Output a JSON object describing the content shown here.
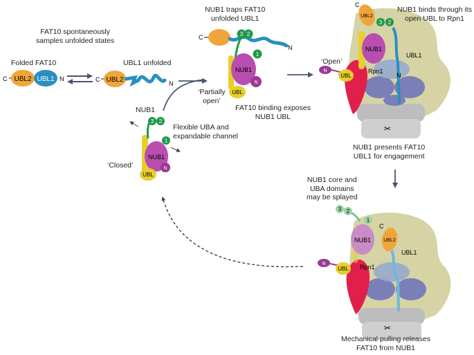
{
  "captions": {
    "fat10_samples": "FAT10 spontaneously\nsamples unfolded states",
    "folded_fat10": "Folded FAT10",
    "ubl1_unfolded": "UBL1 unfolded",
    "nub1_traps": "NUB1 traps FAT10\nunfolded UBL1",
    "partially_open": "‘Partially\nopen’",
    "binding_exposes": "FAT10 binding exposes\nNUB1 UBL",
    "nub1_title": "NUB1",
    "flexible_uba": "Flexible UBA and\nexpandable channel",
    "closed": "‘Closed’",
    "open": "‘Open’",
    "binds_through": "NUB1 binds through its\nopen UBL to Rpn1",
    "presents": "NUB1 presents FAT10\nUBL1 for engagement",
    "splayed": "NUB1 core and\nUBA domains\nmay be splayed",
    "mechanical": "Mechanical pulling releases\nFAT10 from NUB1"
  },
  "domain_labels": {
    "ubl2": "UBL2",
    "ubl1": "UBL1",
    "nub1": "NUB1",
    "ubl": "UBL",
    "n": "N",
    "c": "C",
    "rpn1": "Rpn1",
    "uba1": "1",
    "uba2": "2",
    "uba3": "3"
  },
  "colors": {
    "ubl2_orange": "#f0a53a",
    "ubl1_teal": "#2a8fc0",
    "nub1_magenta": "#b84fb0",
    "ubl_yellow": "#e8cf2a",
    "uba_green": "#1f9a4a",
    "rpn1_red": "#e0204a",
    "proteasome_olive": "#d6d3a4",
    "proteasome_blue": "#7a7fb8",
    "proteasome_gray": "#bdbdbd",
    "arrow": "#4a5470"
  }
}
